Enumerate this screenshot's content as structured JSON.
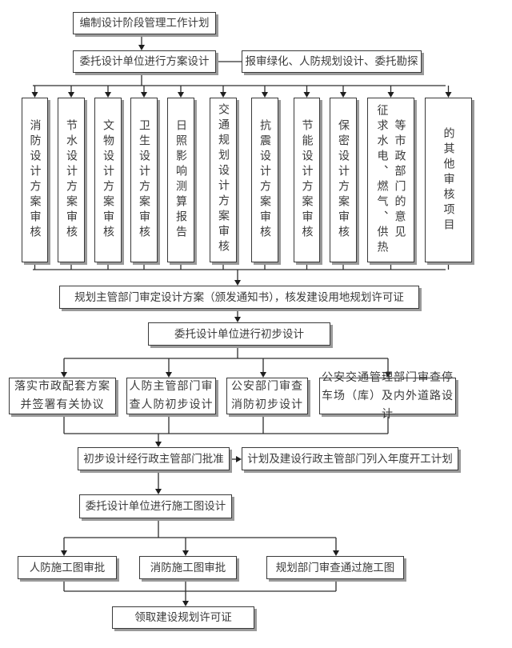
{
  "title_step": "编制设计阶段管理工作计划",
  "scheme_design": {
    "main": "委托设计单位进行方案设计",
    "side": "报审绿化、人防规划设计、委托勘探"
  },
  "scheme_reviews": [
    {
      "columns": [
        "消防设计方案审核"
      ]
    },
    {
      "columns": [
        "节水设计方案审核"
      ]
    },
    {
      "columns": [
        "文物设计方案审核"
      ]
    },
    {
      "columns": [
        "卫生设计方案审核"
      ]
    },
    {
      "columns": [
        "日照影响测算报告"
      ]
    },
    {
      "columns": [
        "交通规划设计方案审核"
      ]
    },
    {
      "columns": [
        "抗震设计方案审核"
      ]
    },
    {
      "columns": [
        "节能设计方案审核"
      ]
    },
    {
      "columns": [
        "保密设计方案审核"
      ]
    },
    {
      "columns": [
        "征求水电、燃气、供热",
        "等市政部门的意见"
      ]
    },
    {
      "columns": [
        "的其他审核项目"
      ]
    }
  ],
  "planning_approval": "规划主管部门审定设计方案（颁发通知书），核发建设用地规划许可证",
  "preliminary_design": "委托设计单位进行初步设计",
  "preliminary_reviews": [
    {
      "line1": "落实市政配套方案",
      "line2": "并签署有关协议"
    },
    {
      "line1": "人防主管部门审",
      "line2": "查人防初步设计"
    },
    {
      "line1": "公安部门审查",
      "line2": "消防初步设计"
    },
    {
      "line1": "公安交通管理部门审查停",
      "line2": "车场（库）及内外道路设计"
    }
  ],
  "preliminary_approval": {
    "main": "初步设计经行政主管部门批准",
    "side": "计划及建设行政主管部门列入年度开工计划"
  },
  "construction_design": "委托设计单位进行施工图设计",
  "construction_reviews": [
    "人防施工图审批",
    "消防施工图审批",
    "规划部门审查通过施工图"
  ],
  "final_step": "领取建设规划许可证"
}
